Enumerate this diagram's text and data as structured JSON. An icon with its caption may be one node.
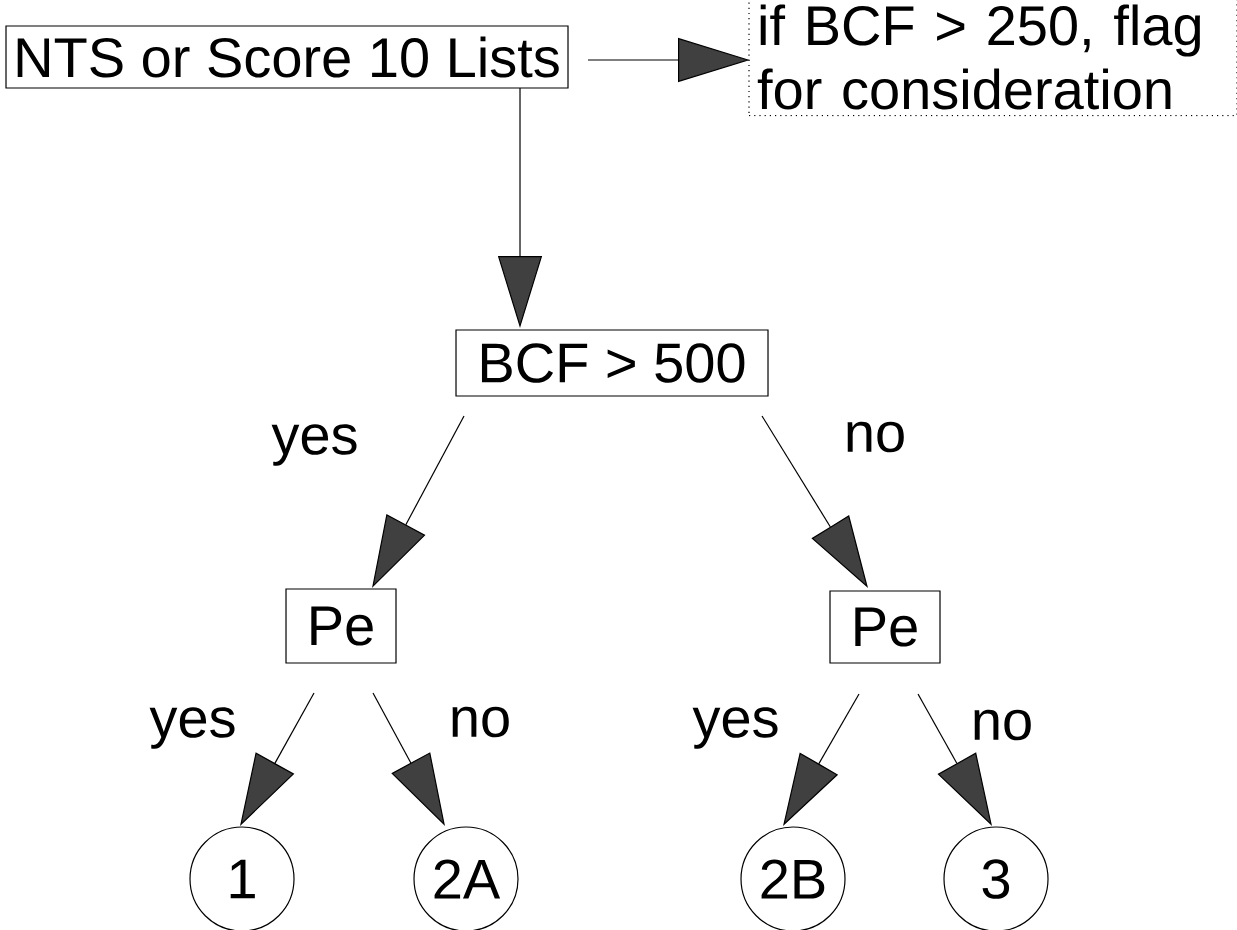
{
  "diagram": {
    "nodes": [
      {
        "text": [
          "NTS or Score 10 Lists"
        ]
      },
      {
        "text": [
          "if BCF > 250, flag for consideration"
        ]
      },
      {
        "text": [
          "BCF > 500"
        ]
      },
      {
        "text": [
          "Pe"
        ]
      },
      {
        "text": [
          "Pe"
        ]
      },
      {
        "text": [
          "1"
        ]
      },
      {
        "text": [
          "2A"
        ]
      },
      {
        "text": [
          "2B"
        ]
      },
      {
        "text": [
          "3"
        ]
      }
    ],
    "edges": [
      {
        "from": 0,
        "to": 1,
        "arrow": "to"
      },
      {
        "from": 0,
        "to": 2,
        "arrow": "to"
      },
      {
        "from": 2,
        "to": 3,
        "arrow": "to",
        "label": "yes"
      },
      {
        "from": 2,
        "to": 4,
        "arrow": "to",
        "label": "no"
      },
      {
        "from": 3,
        "to": 5,
        "arrow": "to",
        "label": "yes"
      },
      {
        "from": 3,
        "to": 6,
        "arrow": "to",
        "label": "no"
      },
      {
        "from": 4,
        "to": 7,
        "arrow": "to",
        "label": "yes"
      },
      {
        "from": 4,
        "to": 8,
        "arrow": "to",
        "label": "no"
      }
    ]
  }
}
